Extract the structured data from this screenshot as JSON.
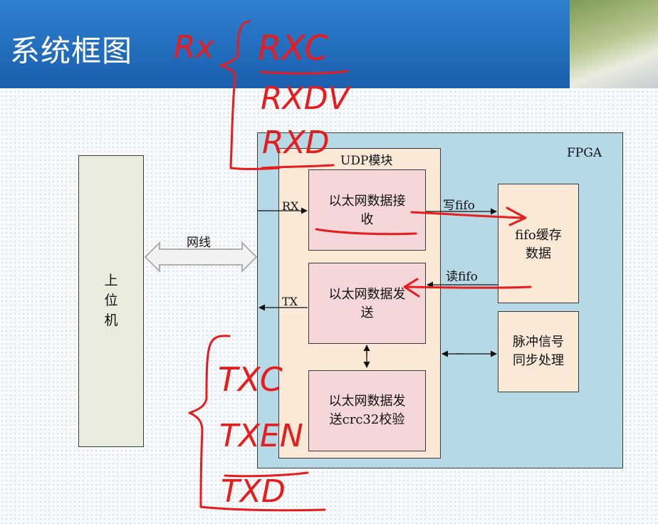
{
  "slide": {
    "title": "系统框图"
  },
  "diagram": {
    "host": {
      "label": "上\n位\n机"
    },
    "cable": {
      "label": "网线"
    },
    "fpga": {
      "label": "FPGA"
    },
    "udp": {
      "label": "UDP模块"
    },
    "rx_block": {
      "label": "以太网数据接\n收"
    },
    "tx_block": {
      "label": "以太网数据发\n送"
    },
    "crc_block": {
      "label": "以太网数据发\n送crc32校验"
    },
    "fifo_block": {
      "label": "fifo缓存\n数据"
    },
    "pulse_block": {
      "label": "脉冲信号\n同步处理"
    },
    "rx_signal": "RX",
    "tx_signal": "TX",
    "write_fifo": "写fifo",
    "read_fifo": "读fifo"
  },
  "annotations": {
    "rx_note": "Rx",
    "rx_lines": [
      "RXC",
      "RXDV",
      "RXD"
    ],
    "tx_lines": [
      "TXC",
      "TXEN",
      "TXD"
    ],
    "ink_color": "#e81c1c"
  }
}
